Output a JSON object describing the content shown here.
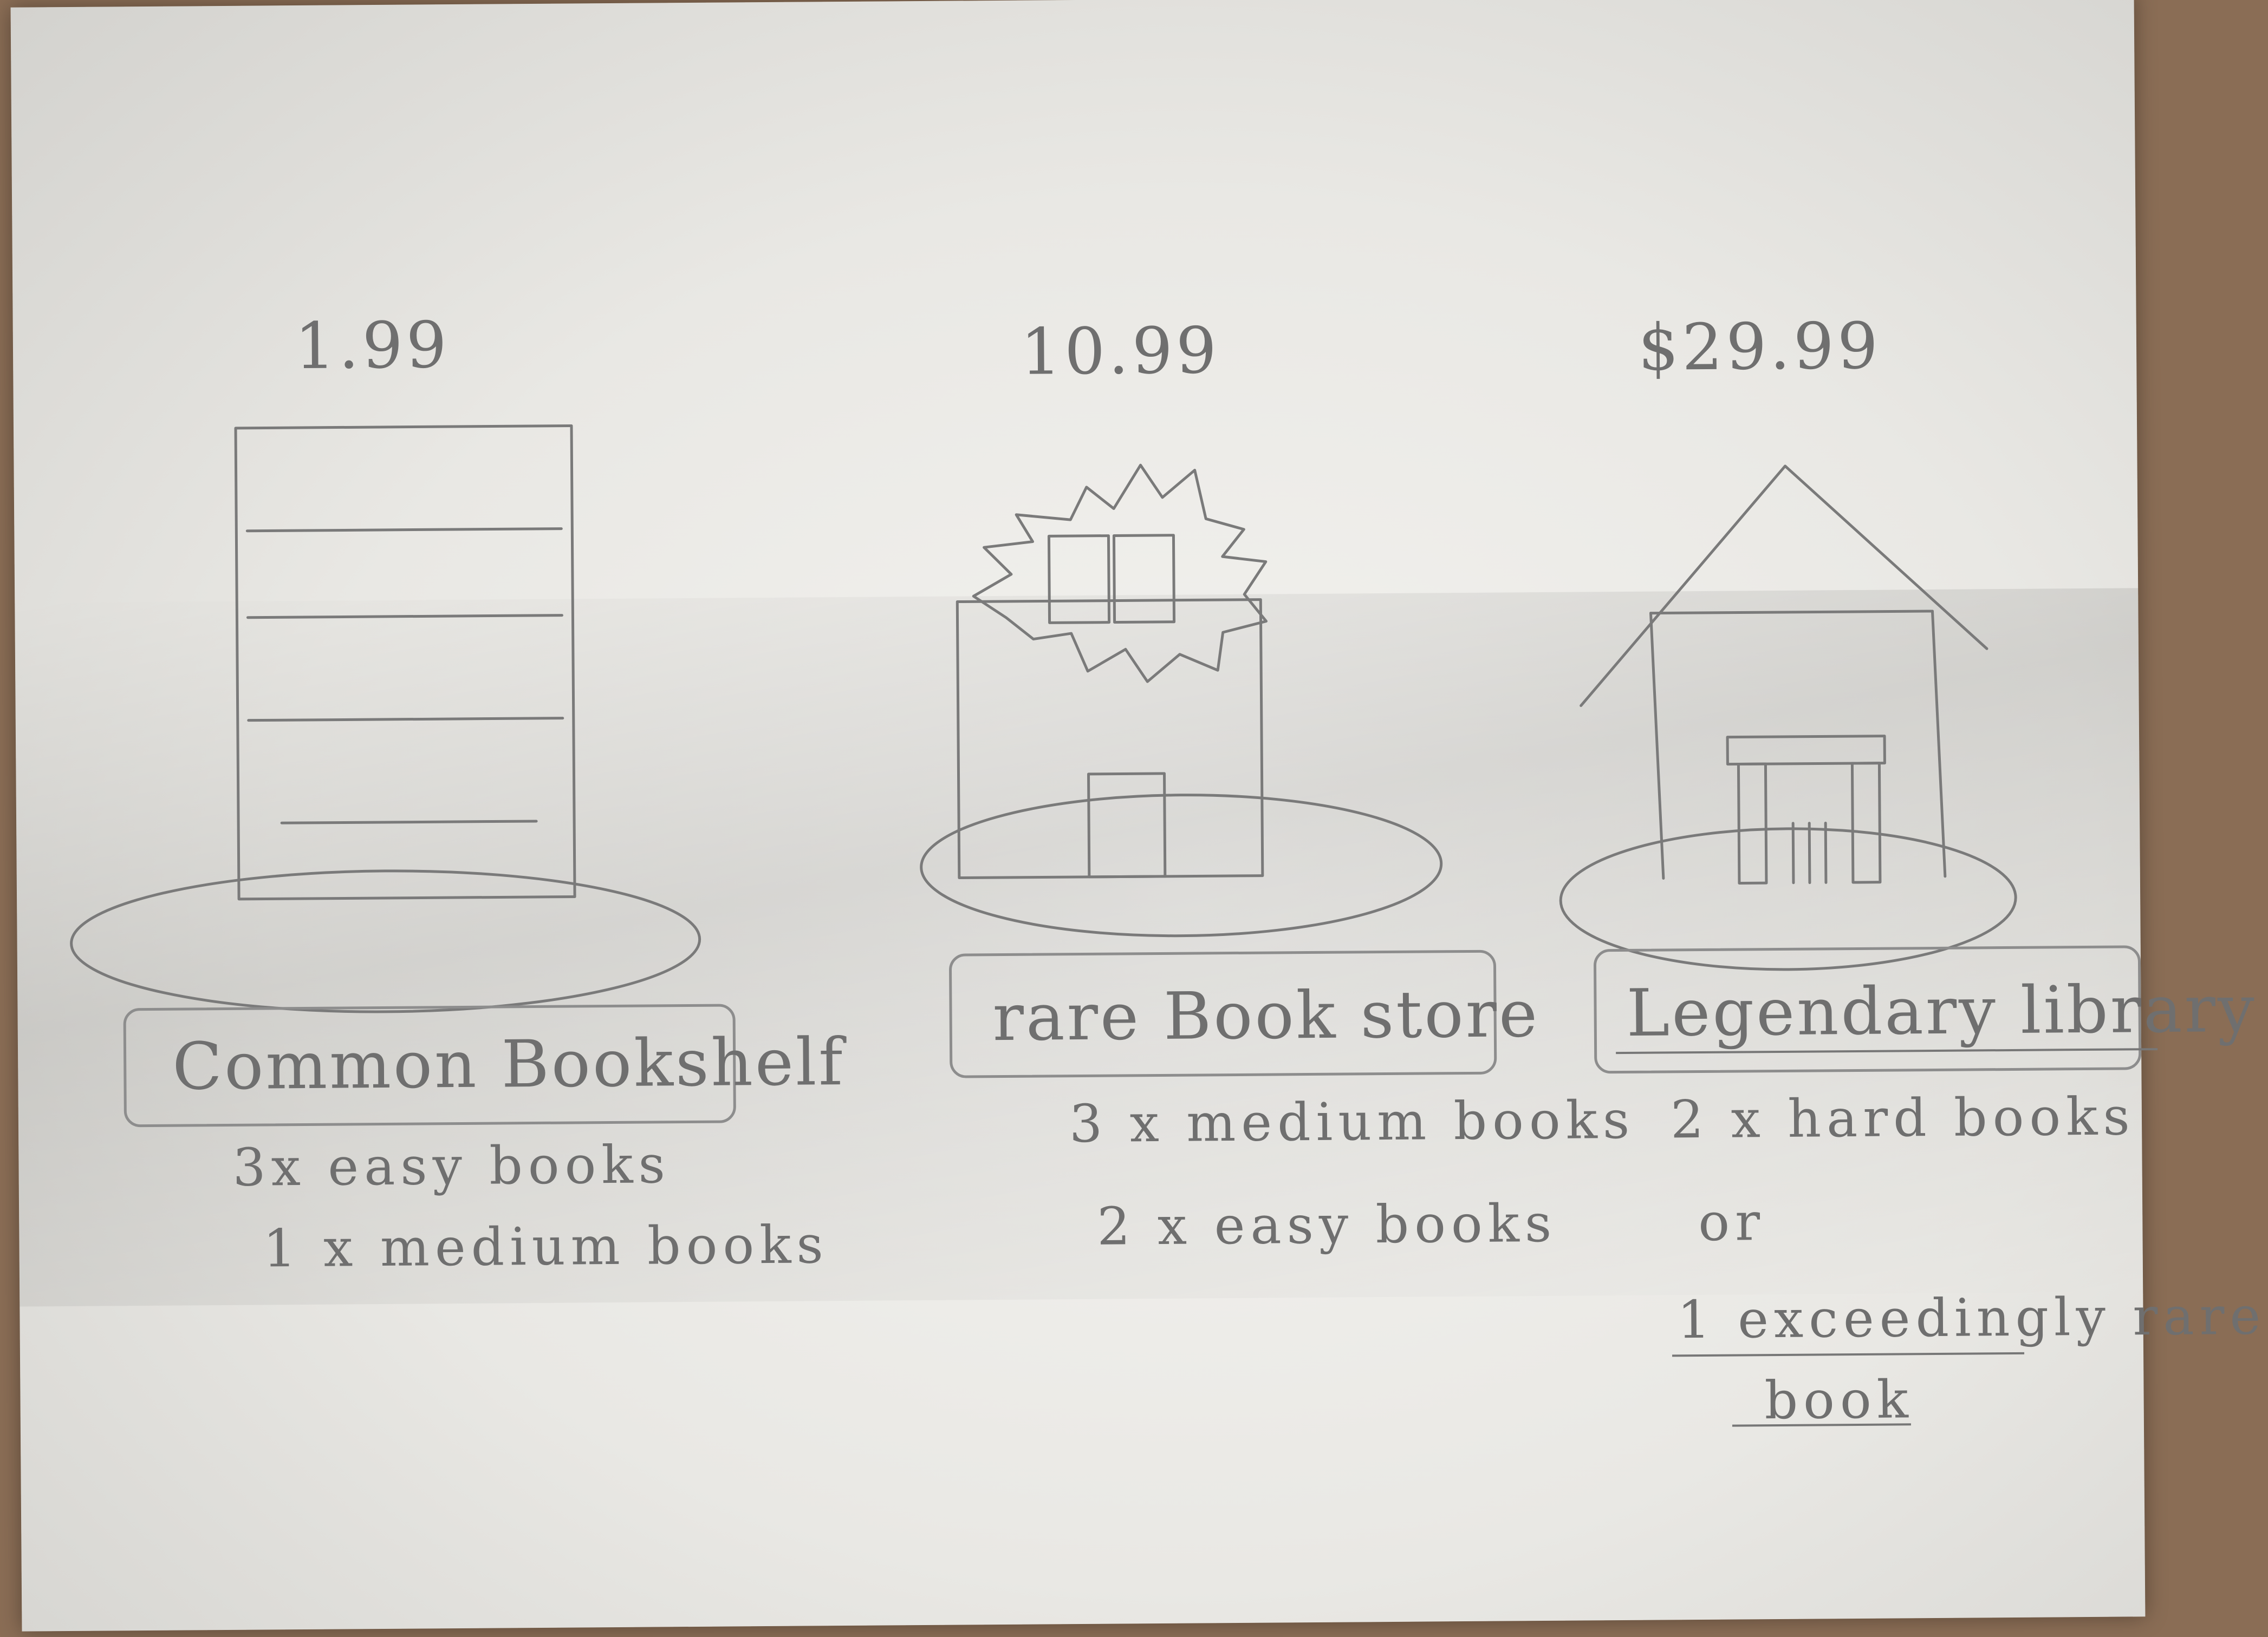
{
  "tiers": [
    {
      "price": "1.99",
      "name": "Common Bookshelf",
      "lines": [
        "3x easy books",
        "1 x medium books"
      ],
      "icon": "bookshelf-icon"
    },
    {
      "price": "10.99",
      "name": "rare Book store",
      "lines": [
        "3 x medium books",
        "2 x easy books"
      ],
      "icon": "book-store-icon"
    },
    {
      "price": "$29.99",
      "name": "Legendary library",
      "lines": [
        "2 x hard books",
        "or",
        "1 exceedingly rare",
        "book"
      ],
      "icon": "library-icon"
    }
  ]
}
